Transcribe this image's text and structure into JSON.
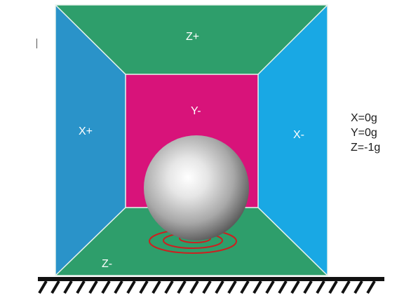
{
  "faces": {
    "top": {
      "label": "Z+",
      "color": "#2e9e6b"
    },
    "bottom": {
      "label": "Z-",
      "color": "#2e9e6b"
    },
    "left": {
      "label": "X+",
      "color": "#2a93c9"
    },
    "right": {
      "label": "X-",
      "color": "#19a8e4"
    },
    "back": {
      "label": "Y-",
      "color": "#d8137a"
    }
  },
  "readout": {
    "x": "X=0g",
    "y": "Y=0g",
    "z": "Z=-1g"
  },
  "ball": {
    "color": "#c8c8c8"
  },
  "contact_rings_color": "#cc2020",
  "ground_color": "#111111"
}
